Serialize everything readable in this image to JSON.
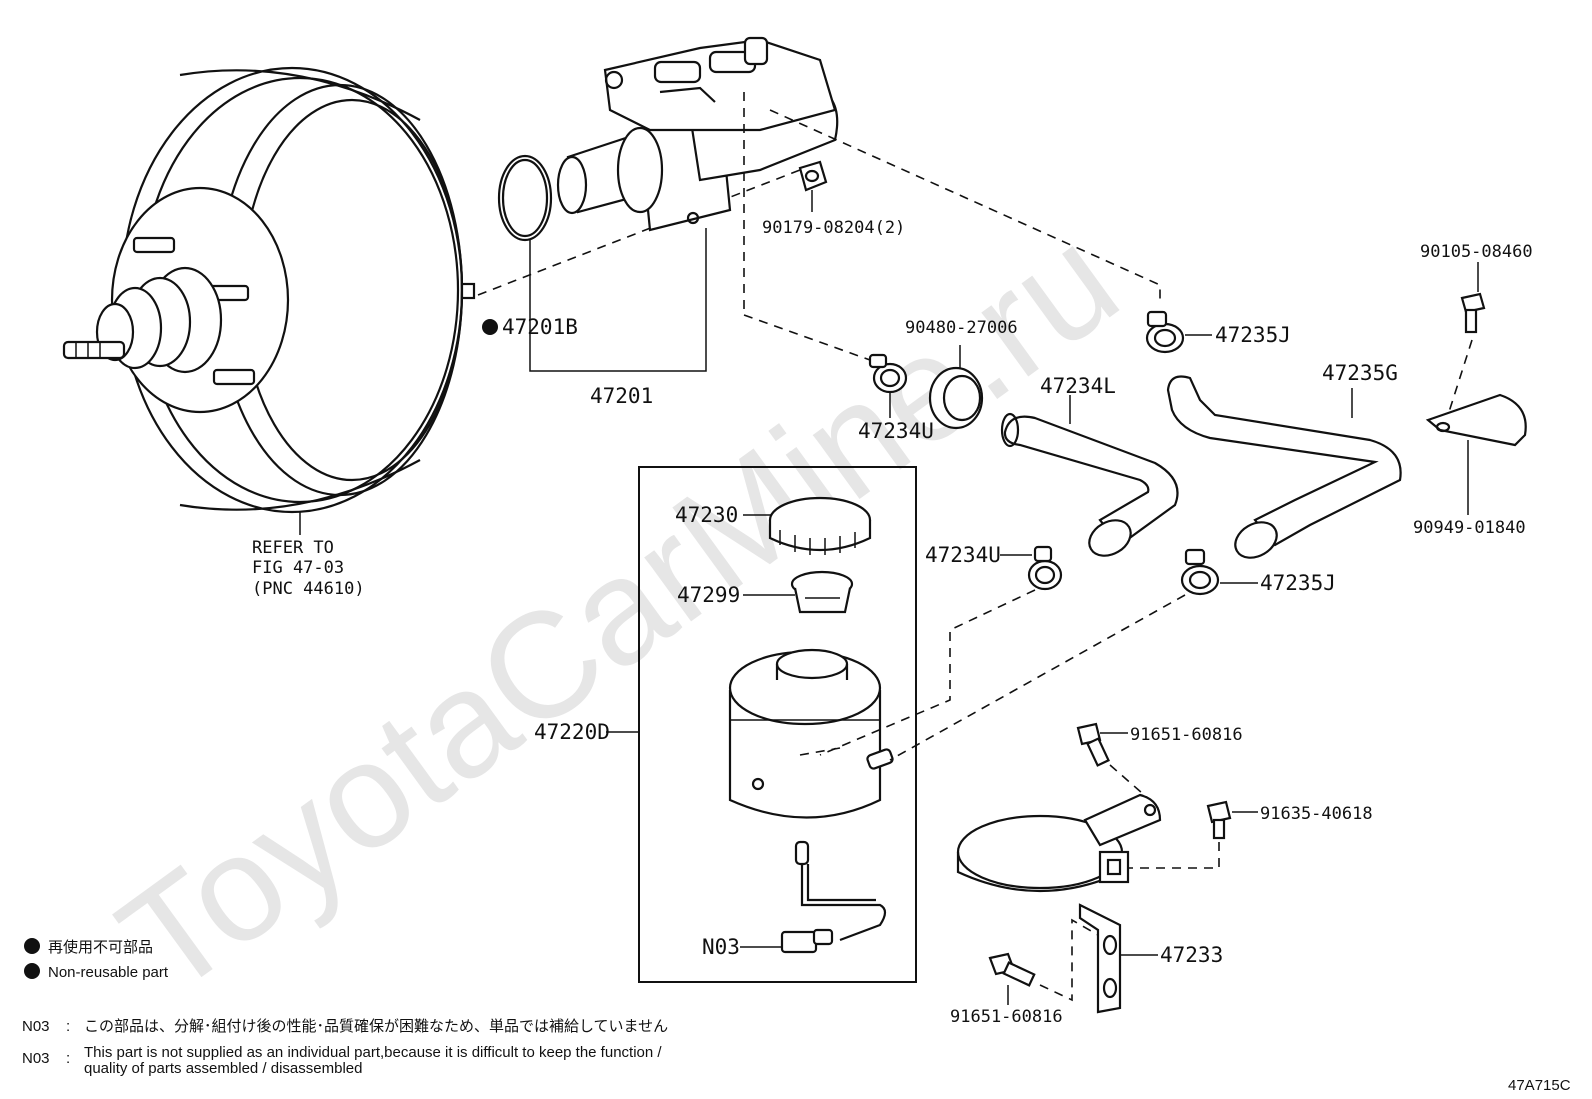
{
  "watermark": "ToyotaCarMine.ru",
  "parts": {
    "booster_ref": [
      "REFER TO",
      "FIG 47-03",
      "(PNC 44610)"
    ],
    "p47201B": "47201B",
    "p47201": "47201",
    "p90179": "90179-08204(2)",
    "p90480": "90480-27006",
    "p47234U_top": "47234U",
    "p47234L": "47234L",
    "p47235J_top": "47235J",
    "p47235G": "47235G",
    "p90105": "90105-08460",
    "p90949": "90949-01840",
    "p47230": "47230",
    "p47299": "47299",
    "p47220D": "47220D",
    "pN03": "N03",
    "p47234U_bot": "47234U",
    "p47235J_bot": "47235J",
    "p91651_top": "91651-60816",
    "p91635": "91635-40618",
    "p47233": "47233",
    "p91651_bot": "91651-60816"
  },
  "legend": {
    "jp": "再使用不可部品",
    "en": "Non-reusable part"
  },
  "notes": {
    "code1": "N03",
    "jp": "この部品は、分解･組付け後の性能･品質確保が困難なため、単品では補給していません",
    "code2": "N03",
    "en_line1": "This part is not supplied as an individual part,because it is difficult to keep the function /",
    "en_line2": "quality of parts assembled / disassembled"
  },
  "figure_code": "47A715C"
}
